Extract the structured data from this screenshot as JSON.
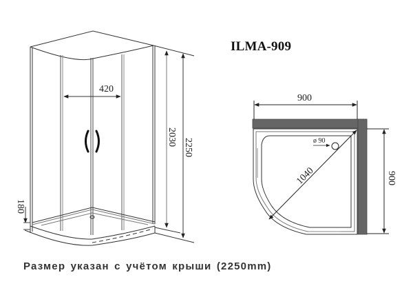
{
  "title": "ILMA-909",
  "caption": "Размер указан с учётом крыши (2250mm)",
  "front_view": {
    "door_width": "420",
    "height_without_roof": "2030",
    "height_with_roof": "2250",
    "tray_height": "180"
  },
  "top_view": {
    "width": "900",
    "depth": "900",
    "diagonal": "1040",
    "drain_diameter": "ø 90"
  },
  "colors": {
    "line": "#333333",
    "wall_fill": "#666666",
    "text": "#222222",
    "background": "#ffffff"
  }
}
